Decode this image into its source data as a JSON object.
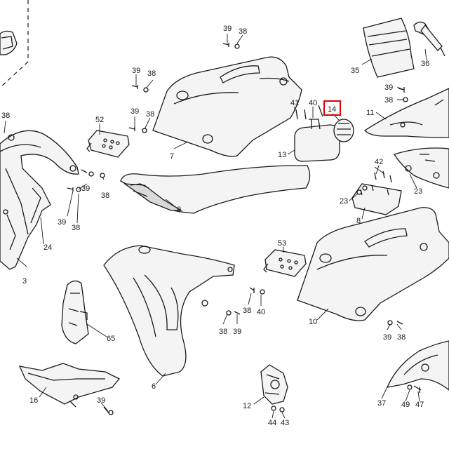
{
  "labels": {
    "l38a": "38",
    "l3": "3",
    "l24": "24",
    "l39a": "39",
    "l38b": "38",
    "l52": "52",
    "l39b": "39",
    "l38c": "38",
    "l39c": "39",
    "l38d": "38",
    "l39d": "39",
    "l38e": "38",
    "l7": "7",
    "l39e": "39",
    "l38f": "38",
    "l9": "9",
    "l35": "35",
    "l36": "36",
    "l41": "41",
    "l40a": "40",
    "l14": "14",
    "l13": "13",
    "l39f": "39",
    "l38g": "38",
    "l11": "11",
    "l42": "42",
    "l23a": "23",
    "l23b": "23",
    "l8": "8",
    "l53": "53",
    "l10": "10",
    "l38h": "38",
    "l40b": "40",
    "l38i": "38",
    "l39g": "39",
    "l65": "65",
    "l6": "6",
    "l39h": "39",
    "l38j": "38",
    "l16": "16",
    "l39i": "39",
    "l12": "12",
    "l44": "44",
    "l43": "43",
    "l37": "37",
    "l49": "49",
    "l47": "47"
  },
  "highlight": {
    "color": "#e00000",
    "label": "14"
  }
}
